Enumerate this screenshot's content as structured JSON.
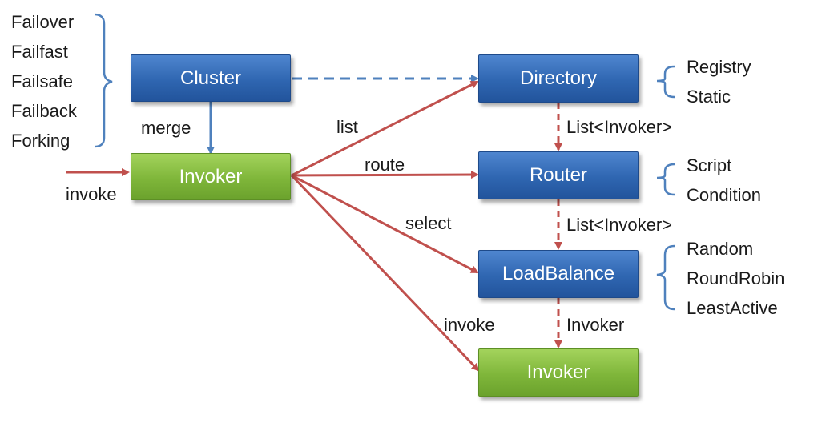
{
  "boxes": {
    "cluster": "Cluster",
    "invoker_main": "Invoker",
    "directory": "Directory",
    "router": "Router",
    "loadbalance": "LoadBalance",
    "invoker_target": "Invoker"
  },
  "edge_labels": {
    "merge": "merge",
    "invoke_in": "invoke",
    "list": "list",
    "route": "route",
    "select": "select",
    "invoke_out": "invoke",
    "dir_to_router": "List<Invoker>",
    "router_to_lb": "List<Invoker>",
    "lb_to_invoker": "Invoker"
  },
  "cluster_strategies": [
    "Failover",
    "Failfast",
    "Failsafe",
    "Failback",
    "Forking"
  ],
  "directory_types": [
    "Registry",
    "Static"
  ],
  "router_types": [
    "Script",
    "Condition"
  ],
  "loadbalance_types": [
    "Random",
    "RoundRobin",
    "LeastActive"
  ],
  "colors": {
    "blue_box": "#2f66b1",
    "green_box": "#7fb63a",
    "red_arrow": "#c0504d",
    "blue_arrow": "#4f81bd",
    "bracket": "#4f81bd"
  }
}
